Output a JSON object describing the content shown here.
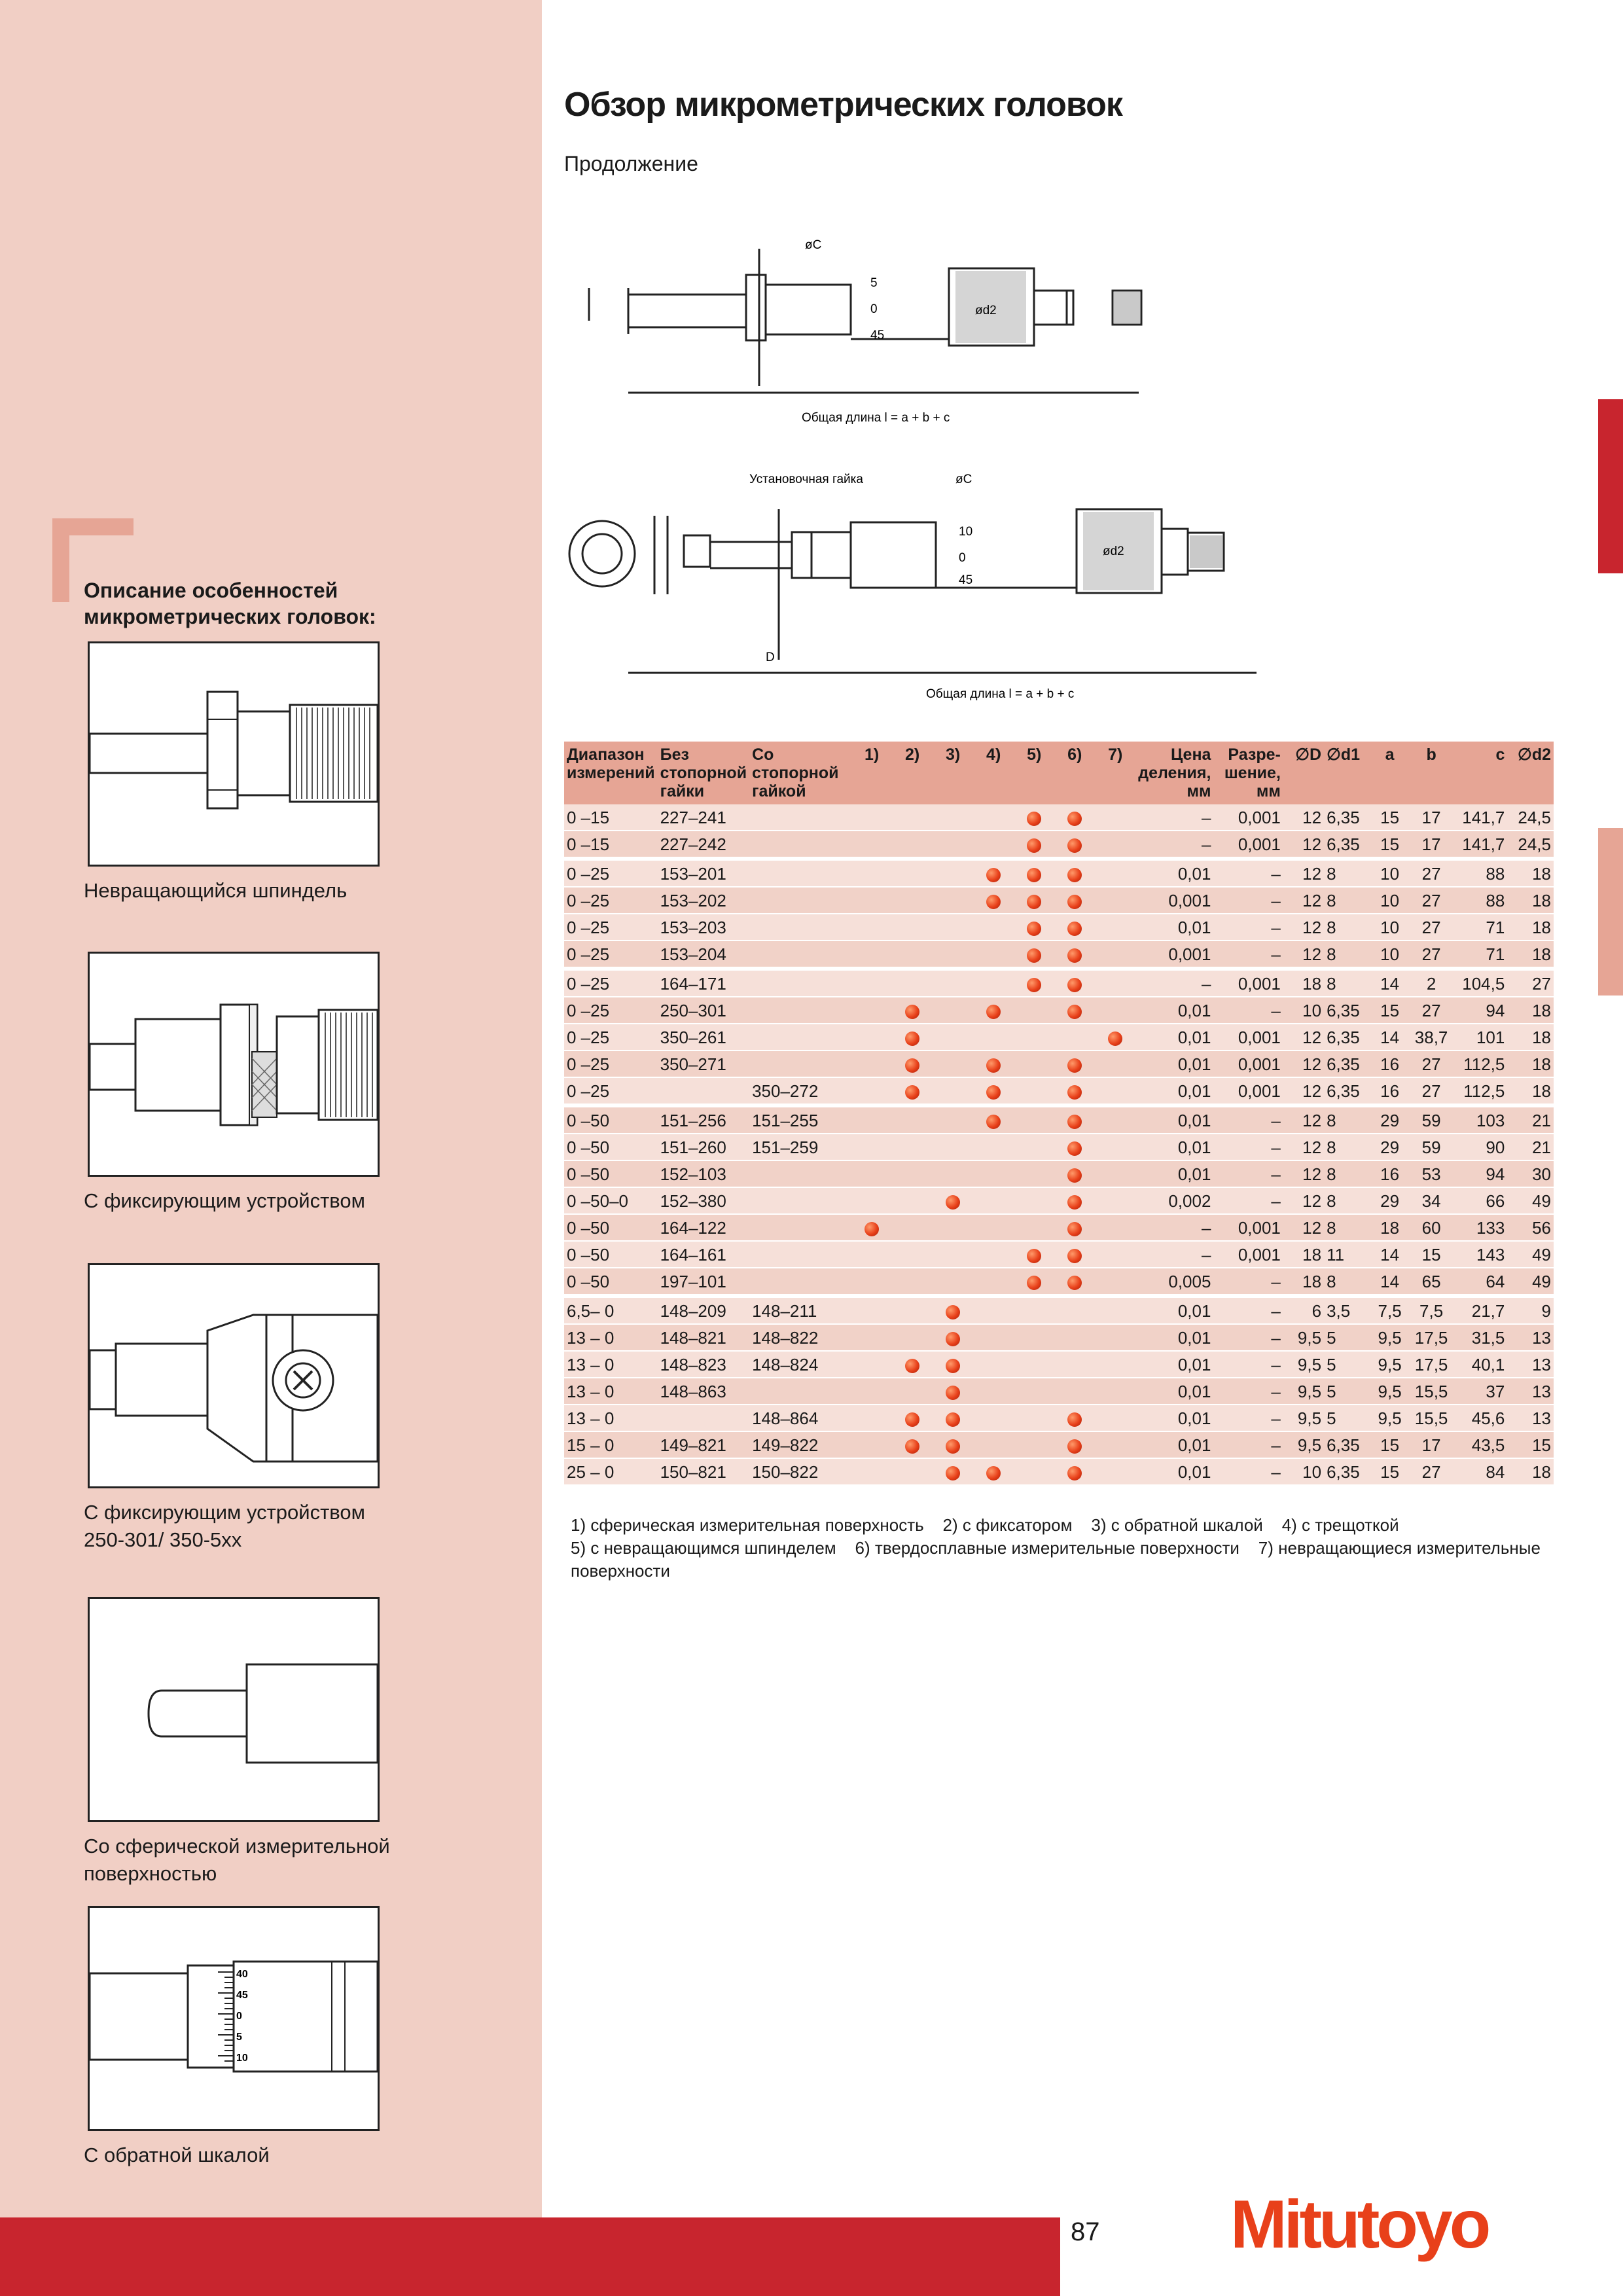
{
  "page": {
    "title": "Обзор микрометрических головок",
    "subtitle": "Продолжение",
    "page_number": "87",
    "logo": "Mitutoyo"
  },
  "drawing1": {
    "label_diameter": "øC",
    "scale": [
      "5",
      "0",
      "45"
    ],
    "knob": "ød2",
    "label_total": "Общая длина l = a + b + c"
  },
  "drawing2": {
    "label_nut": "Установочная гайка",
    "label_diameter": "øC",
    "label_d": "D",
    "scale": [
      "10",
      "0",
      "45"
    ],
    "knob": "ød2",
    "label_total": "Общая длина l = a + b + c"
  },
  "sidebar": {
    "heading_line1": "Описание особенностей",
    "heading_line2": "микрометрических головок:",
    "items": [
      {
        "caption_line1": "Невращающийся шпиндель",
        "caption_line2": ""
      },
      {
        "caption_line1": "С фиксирующим устройством",
        "caption_line2": ""
      },
      {
        "caption_line1": "С фиксирующим устройством",
        "caption_line2": "250-301/ 350-5xx"
      },
      {
        "caption_line1": "Со сферической измерительной",
        "caption_line2": "поверхностью"
      },
      {
        "caption_line1": "С обратной шкалой",
        "caption_line2": ""
      }
    ],
    "reverse_scale": [
      "40",
      "45",
      "0",
      "5",
      "10"
    ]
  },
  "table": {
    "headers": {
      "range": "Диапазон измерений",
      "without_nut": "Без стопорной гайки",
      "with_nut": "Со стопорной гайкой",
      "f1": "1)",
      "f2": "2)",
      "f3": "3)",
      "f4": "4)",
      "f5": "5)",
      "f6": "6)",
      "f7": "7)",
      "graduation": "Цена деления, мм",
      "resolution": "Разре-шение, мм",
      "D": "∅D",
      "d1": "∅d1",
      "a": "a",
      "b": "b",
      "c": "c",
      "d2": "∅d2"
    },
    "rows": [
      {
        "range": "0 –15",
        "without": "227–241",
        "with": "",
        "f": [
          0,
          0,
          0,
          0,
          1,
          1,
          0
        ],
        "grad": "–",
        "res": "0,001",
        "D": "12",
        "d1": "6,35",
        "a": "15",
        "b": "17",
        "c": "141,7",
        "d2": "24,5",
        "gap": false
      },
      {
        "range": "0 –15",
        "without": "227–242",
        "with": "",
        "f": [
          0,
          0,
          0,
          0,
          1,
          1,
          0
        ],
        "grad": "–",
        "res": "0,001",
        "D": "12",
        "d1": "6,35",
        "a": "15",
        "b": "17",
        "c": "141,7",
        "d2": "24,5",
        "gap": false
      },
      {
        "range": "0 –25",
        "without": "153–201",
        "with": "",
        "f": [
          0,
          0,
          0,
          1,
          1,
          1,
          0
        ],
        "grad": "0,01",
        "res": "–",
        "D": "12",
        "d1": "8",
        "a": "10",
        "b": "27",
        "c": "88",
        "d2": "18",
        "gap": true
      },
      {
        "range": "0 –25",
        "without": "153–202",
        "with": "",
        "f": [
          0,
          0,
          0,
          1,
          1,
          1,
          0
        ],
        "grad": "0,001",
        "res": "–",
        "D": "12",
        "d1": "8",
        "a": "10",
        "b": "27",
        "c": "88",
        "d2": "18",
        "gap": false
      },
      {
        "range": "0 –25",
        "without": "153–203",
        "with": "",
        "f": [
          0,
          0,
          0,
          0,
          1,
          1,
          0
        ],
        "grad": "0,01",
        "res": "–",
        "D": "12",
        "d1": "8",
        "a": "10",
        "b": "27",
        "c": "71",
        "d2": "18",
        "gap": false
      },
      {
        "range": "0 –25",
        "without": "153–204",
        "with": "",
        "f": [
          0,
          0,
          0,
          0,
          1,
          1,
          0
        ],
        "grad": "0,001",
        "res": "–",
        "D": "12",
        "d1": "8",
        "a": "10",
        "b": "27",
        "c": "71",
        "d2": "18",
        "gap": false
      },
      {
        "range": "0 –25",
        "without": "164–171",
        "with": "",
        "f": [
          0,
          0,
          0,
          0,
          1,
          1,
          0
        ],
        "grad": "–",
        "res": "0,001",
        "D": "18",
        "d1": "8",
        "a": "14",
        "b": "2",
        "c": "104,5",
        "d2": "27",
        "gap": true
      },
      {
        "range": "0 –25",
        "without": "250–301",
        "with": "",
        "f": [
          0,
          1,
          0,
          1,
          0,
          1,
          0
        ],
        "grad": "0,01",
        "res": "–",
        "D": "10",
        "d1": "6,35",
        "a": "15",
        "b": "27",
        "c": "94",
        "d2": "18",
        "gap": false
      },
      {
        "range": "0 –25",
        "without": "350–261",
        "with": "",
        "f": [
          0,
          1,
          0,
          0,
          0,
          0,
          1
        ],
        "grad": "0,01",
        "res": "0,001",
        "D": "12",
        "d1": "6,35",
        "a": "14",
        "b": "38,7",
        "c": "101",
        "d2": "18",
        "gap": false
      },
      {
        "range": "0 –25",
        "without": "350–271",
        "with": "",
        "f": [
          0,
          1,
          0,
          1,
          0,
          1,
          0
        ],
        "grad": "0,01",
        "res": "0,001",
        "D": "12",
        "d1": "6,35",
        "a": "16",
        "b": "27",
        "c": "112,5",
        "d2": "18",
        "gap": false
      },
      {
        "range": "0 –25",
        "without": "",
        "with": "350–272",
        "f": [
          0,
          1,
          0,
          1,
          0,
          1,
          0
        ],
        "grad": "0,01",
        "res": "0,001",
        "D": "12",
        "d1": "6,35",
        "a": "16",
        "b": "27",
        "c": "112,5",
        "d2": "18",
        "gap": false
      },
      {
        "range": "0 –50",
        "without": "151–256",
        "with": "151–255",
        "f": [
          0,
          0,
          0,
          1,
          0,
          1,
          0
        ],
        "grad": "0,01",
        "res": "–",
        "D": "12",
        "d1": "8",
        "a": "29",
        "b": "59",
        "c": "103",
        "d2": "21",
        "gap": true
      },
      {
        "range": "0 –50",
        "without": "151–260",
        "with": "151–259",
        "f": [
          0,
          0,
          0,
          0,
          0,
          1,
          0
        ],
        "grad": "0,01",
        "res": "–",
        "D": "12",
        "d1": "8",
        "a": "29",
        "b": "59",
        "c": "90",
        "d2": "21",
        "gap": false
      },
      {
        "range": "0 –50",
        "without": "152–103",
        "with": "",
        "f": [
          0,
          0,
          0,
          0,
          0,
          1,
          0
        ],
        "grad": "0,01",
        "res": "–",
        "D": "12",
        "d1": "8",
        "a": "16",
        "b": "53",
        "c": "94",
        "d2": "30",
        "gap": false
      },
      {
        "range": "0 –50–0",
        "without": "152–380",
        "with": "",
        "f": [
          0,
          0,
          1,
          0,
          0,
          1,
          0
        ],
        "grad": "0,002",
        "res": "–",
        "D": "12",
        "d1": "8",
        "a": "29",
        "b": "34",
        "c": "66",
        "d2": "49",
        "gap": false
      },
      {
        "range": "0 –50",
        "without": "164–122",
        "with": "",
        "f": [
          1,
          0,
          0,
          0,
          0,
          1,
          0
        ],
        "grad": "–",
        "res": "0,001",
        "D": "12",
        "d1": "8",
        "a": "18",
        "b": "60",
        "c": "133",
        "d2": "56",
        "gap": false
      },
      {
        "range": "0 –50",
        "without": "164–161",
        "with": "",
        "f": [
          0,
          0,
          0,
          0,
          1,
          1,
          0
        ],
        "grad": "–",
        "res": "0,001",
        "D": "18",
        "d1": "11",
        "a": "14",
        "b": "15",
        "c": "143",
        "d2": "49",
        "gap": false
      },
      {
        "range": "0 –50",
        "without": "197–101",
        "with": "",
        "f": [
          0,
          0,
          0,
          0,
          1,
          1,
          0
        ],
        "grad": "0,005",
        "res": "–",
        "D": "18",
        "d1": "8",
        "a": "14",
        "b": "65",
        "c": "64",
        "d2": "49",
        "gap": false
      },
      {
        "range": "6,5– 0",
        "without": "148–209",
        "with": "148–211",
        "f": [
          0,
          0,
          1,
          0,
          0,
          0,
          0
        ],
        "grad": "0,01",
        "res": "–",
        "D": "6",
        "d1": "3,5",
        "a": "7,5",
        "b": "7,5",
        "c": "21,7",
        "d2": "9",
        "gap": true
      },
      {
        "range": "13 – 0",
        "without": "148–821",
        "with": "148–822",
        "f": [
          0,
          0,
          1,
          0,
          0,
          0,
          0
        ],
        "grad": "0,01",
        "res": "–",
        "D": "9,5",
        "d1": "5",
        "a": "9,5",
        "b": "17,5",
        "c": "31,5",
        "d2": "13",
        "gap": false
      },
      {
        "range": "13 – 0",
        "without": "148–823",
        "with": "148–824",
        "f": [
          0,
          1,
          1,
          0,
          0,
          0,
          0
        ],
        "grad": "0,01",
        "res": "–",
        "D": "9,5",
        "d1": "5",
        "a": "9,5",
        "b": "17,5",
        "c": "40,1",
        "d2": "13",
        "gap": false
      },
      {
        "range": "13 – 0",
        "without": "148–863",
        "with": "",
        "f": [
          0,
          0,
          1,
          0,
          0,
          0,
          0
        ],
        "grad": "0,01",
        "res": "–",
        "D": "9,5",
        "d1": "5",
        "a": "9,5",
        "b": "15,5",
        "c": "37",
        "d2": "13",
        "gap": false
      },
      {
        "range": "13 – 0",
        "without": "",
        "with": "148–864",
        "f": [
          0,
          1,
          1,
          0,
          0,
          1,
          0
        ],
        "grad": "0,01",
        "res": "–",
        "D": "9,5",
        "d1": "5",
        "a": "9,5",
        "b": "15,5",
        "c": "45,6",
        "d2": "13",
        "gap": false
      },
      {
        "range": "15 – 0",
        "without": "149–821",
        "with": "149–822",
        "f": [
          0,
          1,
          1,
          0,
          0,
          1,
          0
        ],
        "grad": "0,01",
        "res": "–",
        "D": "9,5",
        "d1": "6,35",
        "a": "15",
        "b": "17",
        "c": "43,5",
        "d2": "15",
        "gap": false
      },
      {
        "range": "25 – 0",
        "without": "150–821",
        "with": "150–822",
        "f": [
          0,
          0,
          1,
          1,
          0,
          1,
          0
        ],
        "grad": "0,01",
        "res": "–",
        "D": "10",
        "d1": "6,35",
        "a": "15",
        "b": "27",
        "c": "84",
        "d2": "18",
        "gap": false
      }
    ]
  },
  "footnotes": {
    "line1": "1) сферическая измерительная поверхность    2) с фиксатором    3) с обратной шкалой    4) с трещоткой",
    "line2": "5) с невращающимся шпинделем    6) твердосплавные измерительные поверхности    7) невращающиеся измерительные",
    "line3": "поверхности"
  },
  "colors": {
    "sidebar_bg": "#f1cfc5",
    "accent_red": "#c8252e",
    "salmon": "#e6a595",
    "dot": "#e8401a"
  }
}
